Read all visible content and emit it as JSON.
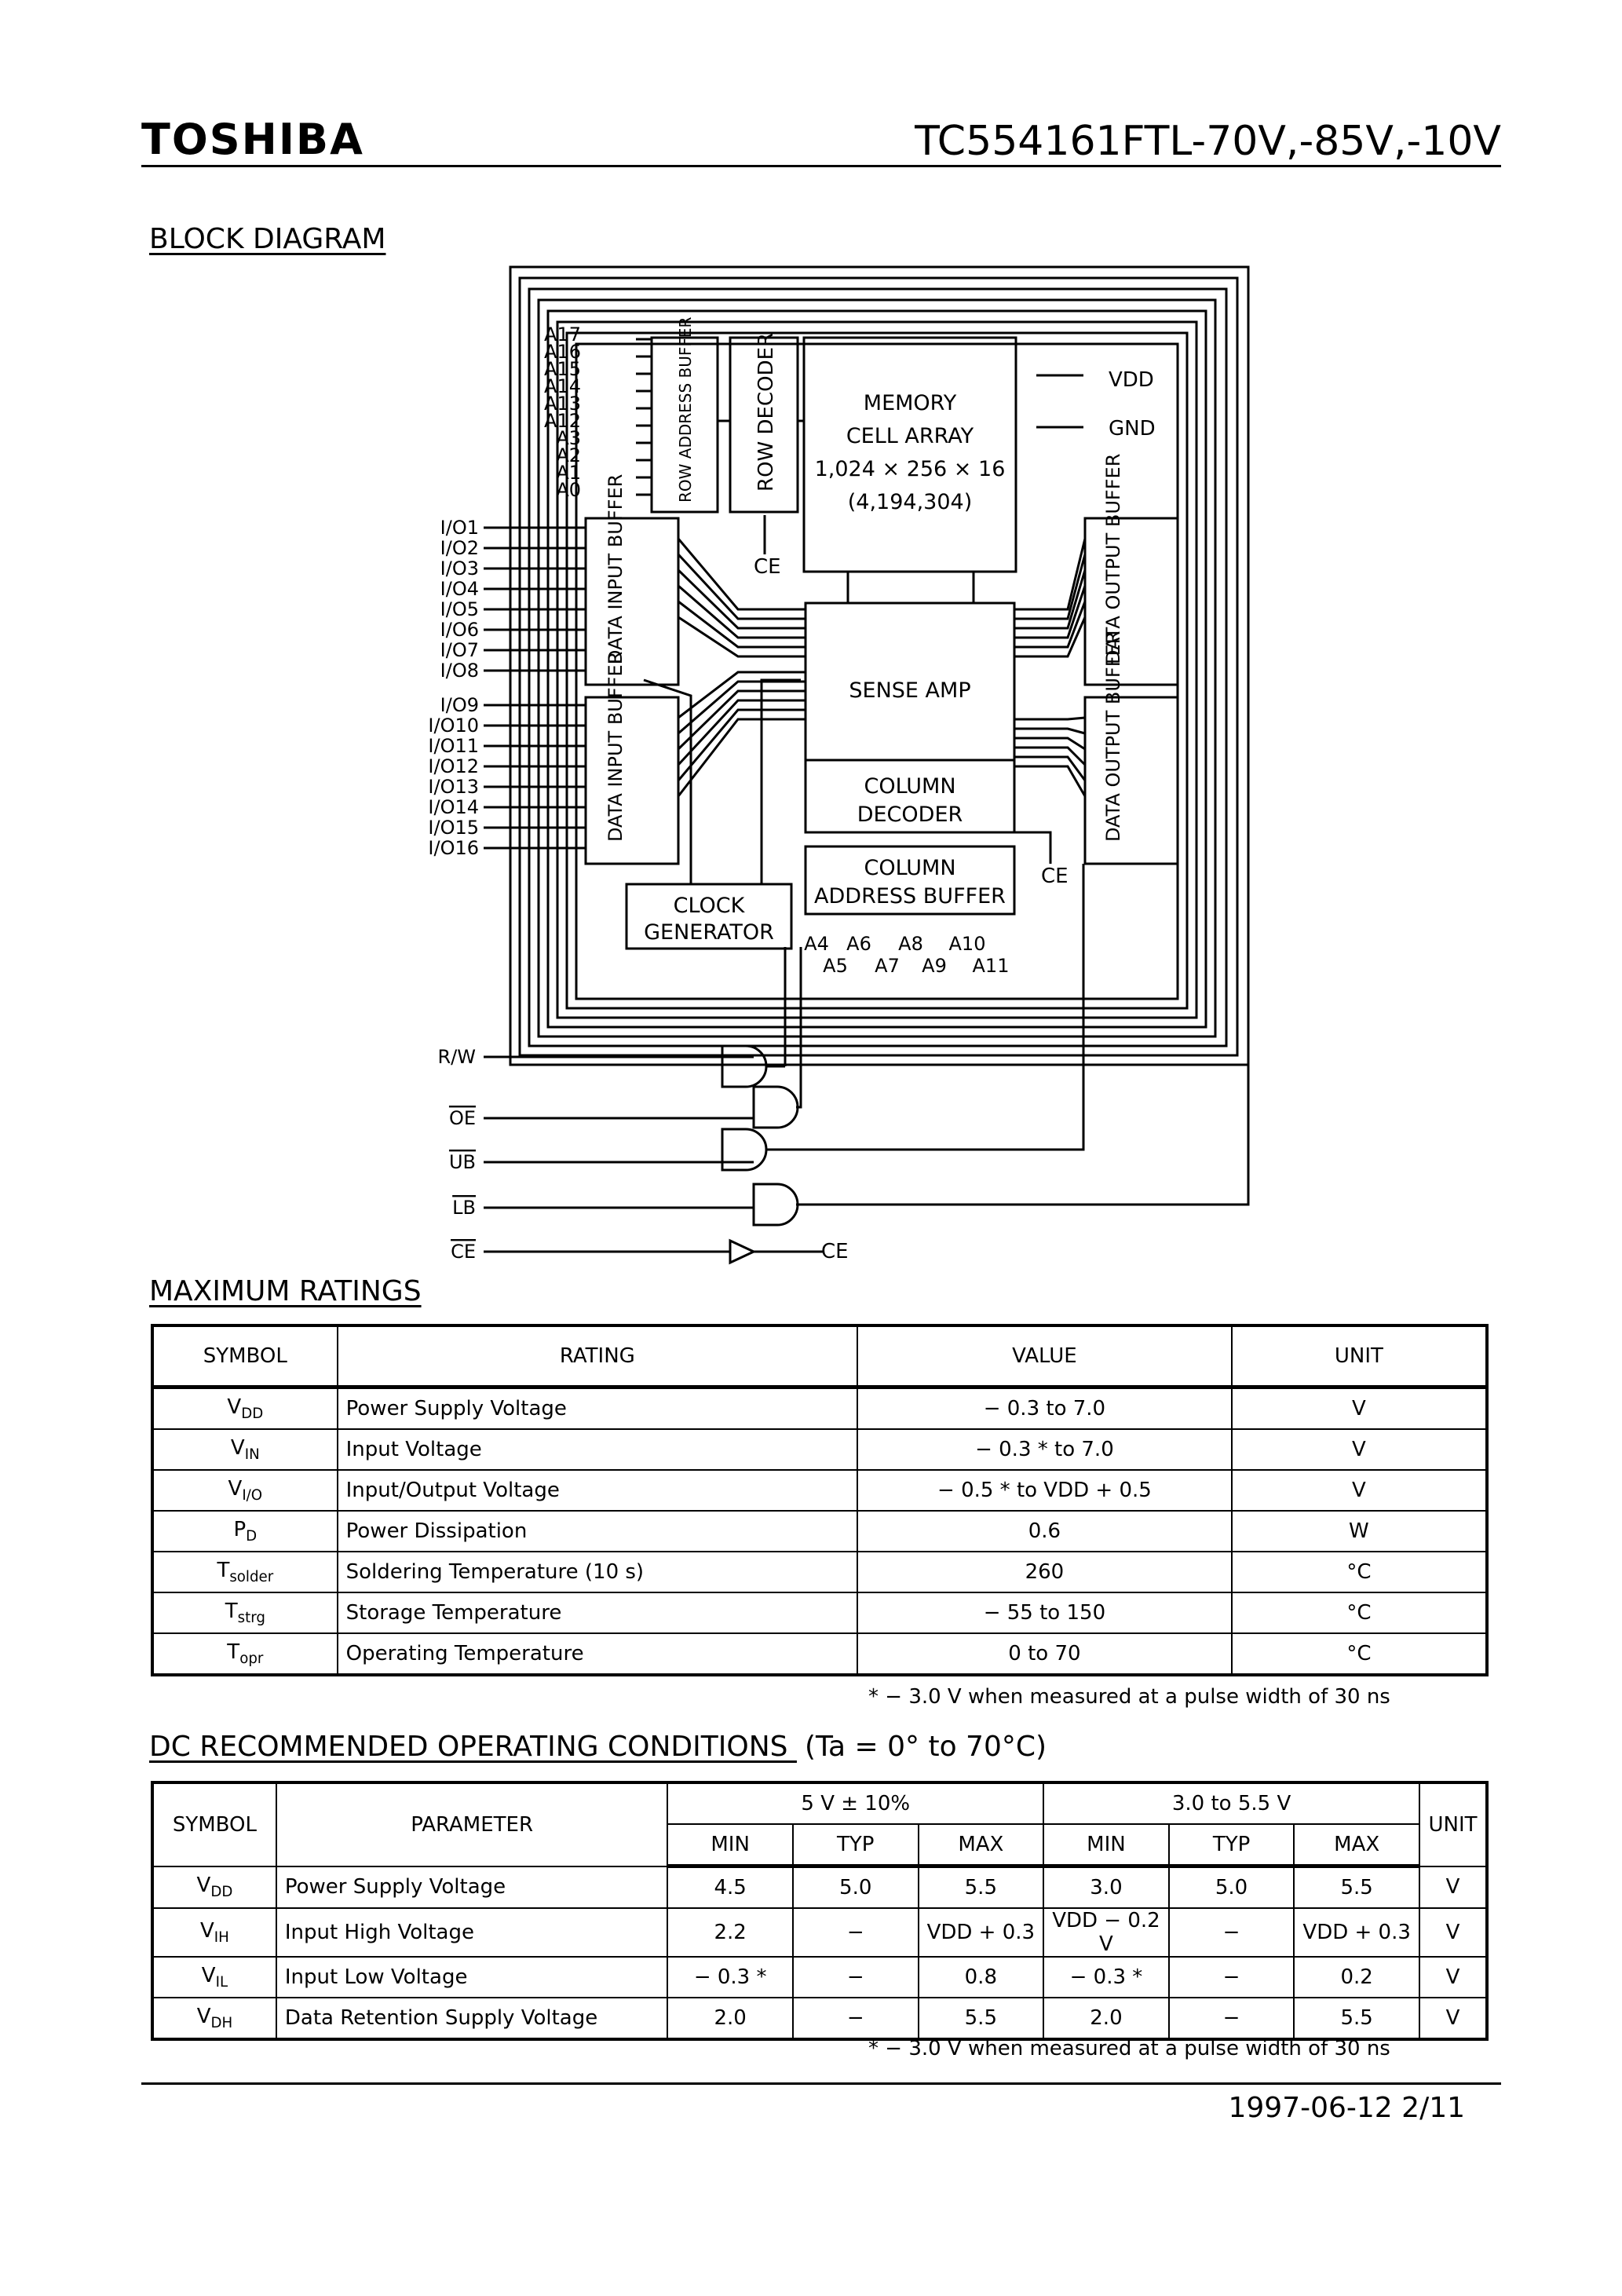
{
  "header": {
    "logo": "TOSHIBA",
    "part_number": "TC554161FTL-70V,-85V,-10V"
  },
  "block_diagram": {
    "title": "BLOCK DIAGRAM",
    "address_row": [
      "A17",
      "A16",
      "A15",
      "A14",
      "A13",
      "A12",
      "A3",
      "A2",
      "A1",
      "A0"
    ],
    "row_address_buffer": "ROW ADDRESS BUFFER",
    "row_decoder": "ROW DECODER",
    "memory_cell_array": [
      "MEMORY",
      "CELL ARRAY",
      "1,024 × 256 × 16",
      "(4,194,304)"
    ],
    "vdd": "VDD",
    "gnd": "GND",
    "ce": "CE",
    "io_upper": [
      "I/O1",
      "I/O2",
      "I/O3",
      "I/O4",
      "I/O5",
      "I/O6",
      "I/O7",
      "I/O8"
    ],
    "io_lower": [
      "I/O9",
      "I/O10",
      "I/O11",
      "I/O12",
      "I/O13",
      "I/O14",
      "I/O15",
      "I/O16"
    ],
    "data_input_buffer": "DATA INPUT BUFFER",
    "data_output_buffer": "DATA OUTPUT BUFFER",
    "sense_amp": "SENSE AMP",
    "column_decoder": [
      "COLUMN",
      "DECODER"
    ],
    "column_address_buffer": [
      "COLUMN",
      "ADDRESS BUFFER"
    ],
    "clock_generator": [
      "CLOCK",
      "GENERATOR"
    ],
    "col_addr_top": [
      "A4",
      "A6",
      "A8",
      "A10"
    ],
    "col_addr_bottom": [
      "A5",
      "A7",
      "A9",
      "A11"
    ],
    "control_inputs": [
      "R/W",
      "OE",
      "UB",
      "LB",
      "CE"
    ]
  },
  "maximum_ratings": {
    "title": "MAXIMUM RATINGS",
    "headers": [
      "SYMBOL",
      "RATING",
      "VALUE",
      "UNIT"
    ],
    "rows": [
      {
        "sym": "V",
        "sub": "DD",
        "rating": "Power Supply Voltage",
        "value": "− 0.3 to 7.0",
        "unit": "V"
      },
      {
        "sym": "V",
        "sub": "IN",
        "rating": "Input Voltage",
        "value": "− 0.3 * to 7.0",
        "unit": "V"
      },
      {
        "sym": "V",
        "sub": "I/O",
        "rating": "Input/Output Voltage",
        "value": "− 0.5 * to VDD + 0.5",
        "unit": "V"
      },
      {
        "sym": "P",
        "sub": "D",
        "rating": "Power Dissipation",
        "value": "0.6",
        "unit": "W"
      },
      {
        "sym": "T",
        "sub": "solder",
        "rating": "Soldering Temperature (10 s)",
        "value": "260",
        "unit": "°C"
      },
      {
        "sym": "T",
        "sub": "strg",
        "rating": "Storage Temperature",
        "value": "− 55 to 150",
        "unit": "°C"
      },
      {
        "sym": "T",
        "sub": "opr",
        "rating": "Operating Temperature",
        "value": "0 to 70",
        "unit": "°C"
      }
    ],
    "note": "*  − 3.0 V when measured at a pulse width of 30 ns"
  },
  "dc_conditions": {
    "title": "DC RECOMMENDED OPERATING CONDITIONS",
    "condition": "(Ta  =  0° to 70°C)",
    "headers": {
      "symbol": "SYMBOL",
      "parameter": "PARAMETER",
      "group1": "5 V ± 10%",
      "group2": "3.0 to 5.5 V",
      "unit": "UNIT",
      "min": "MIN",
      "typ": "TYP",
      "max": "MAX"
    },
    "rows": [
      {
        "sym": "V",
        "sub": "DD",
        "param": "Power Supply Voltage",
        "v": [
          "4.5",
          "5.0",
          "5.5",
          "3.0",
          "5.0",
          "5.5"
        ],
        "unit": "V"
      },
      {
        "sym": "V",
        "sub": "IH",
        "param": "Input High Voltage",
        "v": [
          "2.2",
          "−",
          "VDD + 0.3",
          "VDD − 0.2 V",
          "−",
          "VDD + 0.3"
        ],
        "unit": "V"
      },
      {
        "sym": "V",
        "sub": "IL",
        "param": "Input Low Voltage",
        "v": [
          "− 0.3 *",
          "−",
          "0.8",
          "− 0.3 *",
          "−",
          "0.2"
        ],
        "unit": "V"
      },
      {
        "sym": "V",
        "sub": "DH",
        "param": "Data Retention Supply Voltage",
        "v": [
          "2.0",
          "−",
          "5.5",
          "2.0",
          "−",
          "5.5"
        ],
        "unit": "V"
      }
    ],
    "note": "*  − 3.0 V when measured at a pulse width of 30 ns"
  },
  "footer": {
    "date_page": "1997-06-12   2/11"
  }
}
